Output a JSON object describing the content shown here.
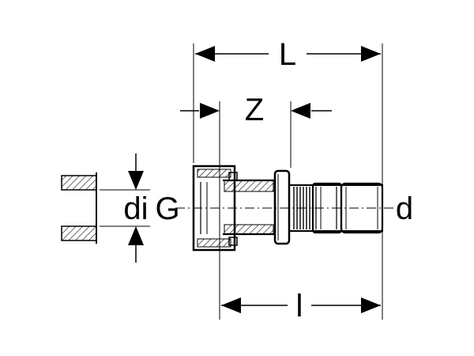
{
  "labels": {
    "overall_length": "L",
    "insertion_depth": "Z",
    "inner_diameter": "di",
    "thread": "G",
    "pipe_diameter": "d",
    "press_length": "l"
  },
  "colors": {
    "stroke": "#000000",
    "background": "#ffffff"
  }
}
